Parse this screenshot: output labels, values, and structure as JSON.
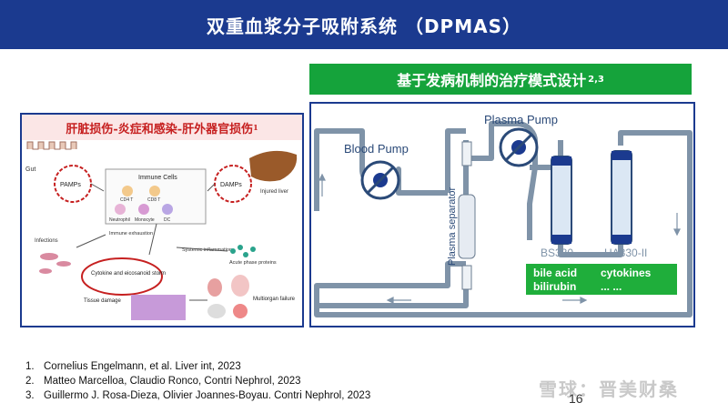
{
  "header": {
    "title": "双重血浆分子吸附系统 （DPMAS）"
  },
  "banner": {
    "text": "基于发病机制的治疗模式设计",
    "sup": "2,3"
  },
  "left_figure": {
    "heading": "肝脏损伤-炎症和感染-肝外器官损伤",
    "heading_sup": "1",
    "labels": {
      "gut": "Gut",
      "pamps": "PAMPs",
      "immune_cells": "Immune Cells",
      "cd4": "CD4 T",
      "cd8": "CD8 T",
      "neutrophil": "Neutrophil",
      "monocyte": "Monocyte",
      "dc": "DC",
      "damps": "DAMPs",
      "injured_liver": "Injured liver",
      "immune_exhaustion": "Immune exhaustion",
      "infections": "Infections",
      "systemic_inflammation": "Systemic inflammation",
      "acute_phase": "Acute phase proteins",
      "cytokine_storm": "Cytokine and eicosanoid storm",
      "tissue_damage": "Tissue damage",
      "multiorgan": "Multiorgan failure"
    }
  },
  "right_figure": {
    "blood_pump": "Blood Pump",
    "plasma_pump": "Plasma Pump",
    "plasma_separator": "Plasma separator",
    "bs330": "BS330",
    "ha330": "HA330-II",
    "removed": {
      "col1": [
        "bile acid",
        "bilirubin"
      ],
      "col2": [
        "cytokines",
        "... ..."
      ]
    }
  },
  "references": [
    {
      "num": "1.",
      "text": "Cornelius Engelmann, et al. Liver int, 2023"
    },
    {
      "num": "2.",
      "text": "Matteo Marcelloa, Claudio Ronco, Contri Nephrol, 2023"
    },
    {
      "num": "3.",
      "text": "Guillermo J. Rosa-Dieza,  Olivier Joannes-Boyau. Contri Nephrol, 2023"
    }
  ],
  "page_number": "16",
  "watermark": "雪球：晋美财桑",
  "colors": {
    "title_bg": "#1b3a8f",
    "banner_green": "#15a33b",
    "heading_red": "#c62020"
  }
}
